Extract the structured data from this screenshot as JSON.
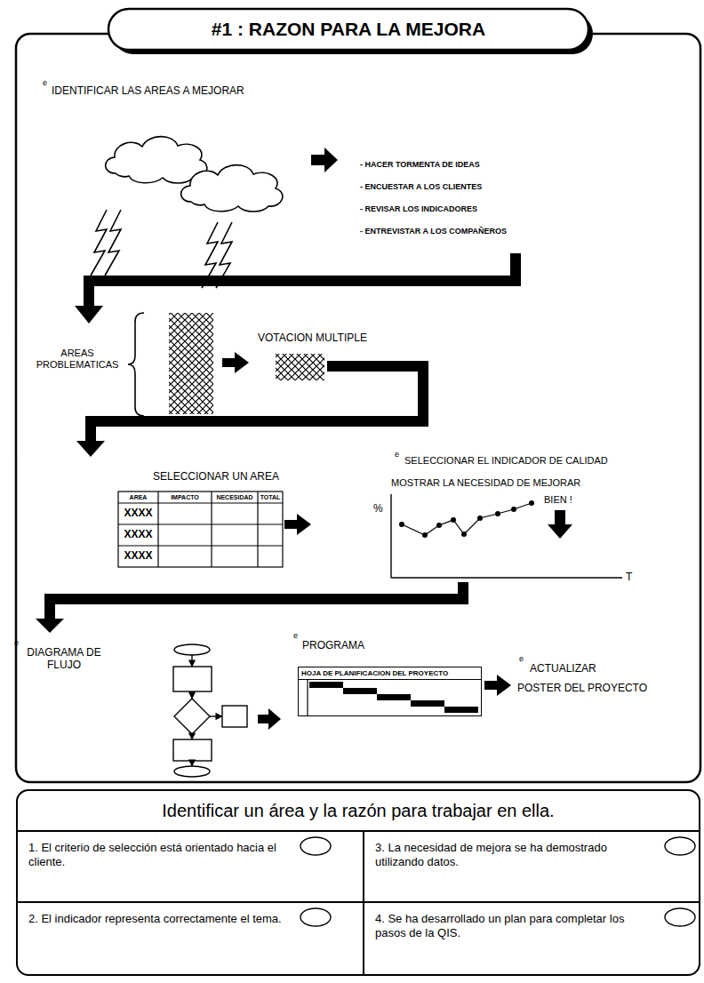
{
  "diagram": {
    "title": "#1 : RAZON PARA LA MEJORA",
    "nodes": [
      {
        "text": [
          "HOJA DE PLANIFICACION DEL PROYECTO"
        ]
      },
      {
        "text": [
          "Identificar un área y la razón para trabajar en ella."
        ]
      },
      {
        "text": [
          "1. El criterio de selección está orientado hacia el cliente."
        ],
        "in": 1
      },
      {
        "text": [
          "2. El indicador representa correctamente el tema."
        ],
        "in": 1
      },
      {
        "text": [
          "3. La necesidad de mejora se ha demostrado utilizando datos."
        ],
        "in": 1
      },
      {
        "text": [
          "4. Se ha desarrollado un plan para completar los pasos de la QIS."
        ],
        "in": 1
      }
    ],
    "labels": [
      "e",
      "IDENTIFICAR LAS AREAS A MEJORAR",
      "- HACER TORMENTA DE IDEAS",
      "- ENCUESTAR A LOS CLIENTES",
      "- REVISAR LOS INDICADORES",
      "- ENTREVISTAR A LOS COMPAÑEROS",
      "AREAS PROBLEMATICAS",
      "VOTACION MULTIPLE",
      "SELECCIONAR UN AREA",
      "AREA",
      "IMPACTO",
      "NECESIDAD",
      "TOTAL",
      "XXXX",
      "XXXX",
      "XXXX",
      "e",
      "SELECCIONAR EL INDICADOR DE CALIDAD",
      "MOSTRAR LA NECESIDAD DE MEJORAR",
      "%",
      "BIEN !",
      "T",
      "e",
      "DIAGRAMA DE FLUJO",
      "e",
      "PROGRAMA",
      "e",
      "ACTUALIZAR",
      "POSTER DEL PROYECTO"
    ]
  }
}
